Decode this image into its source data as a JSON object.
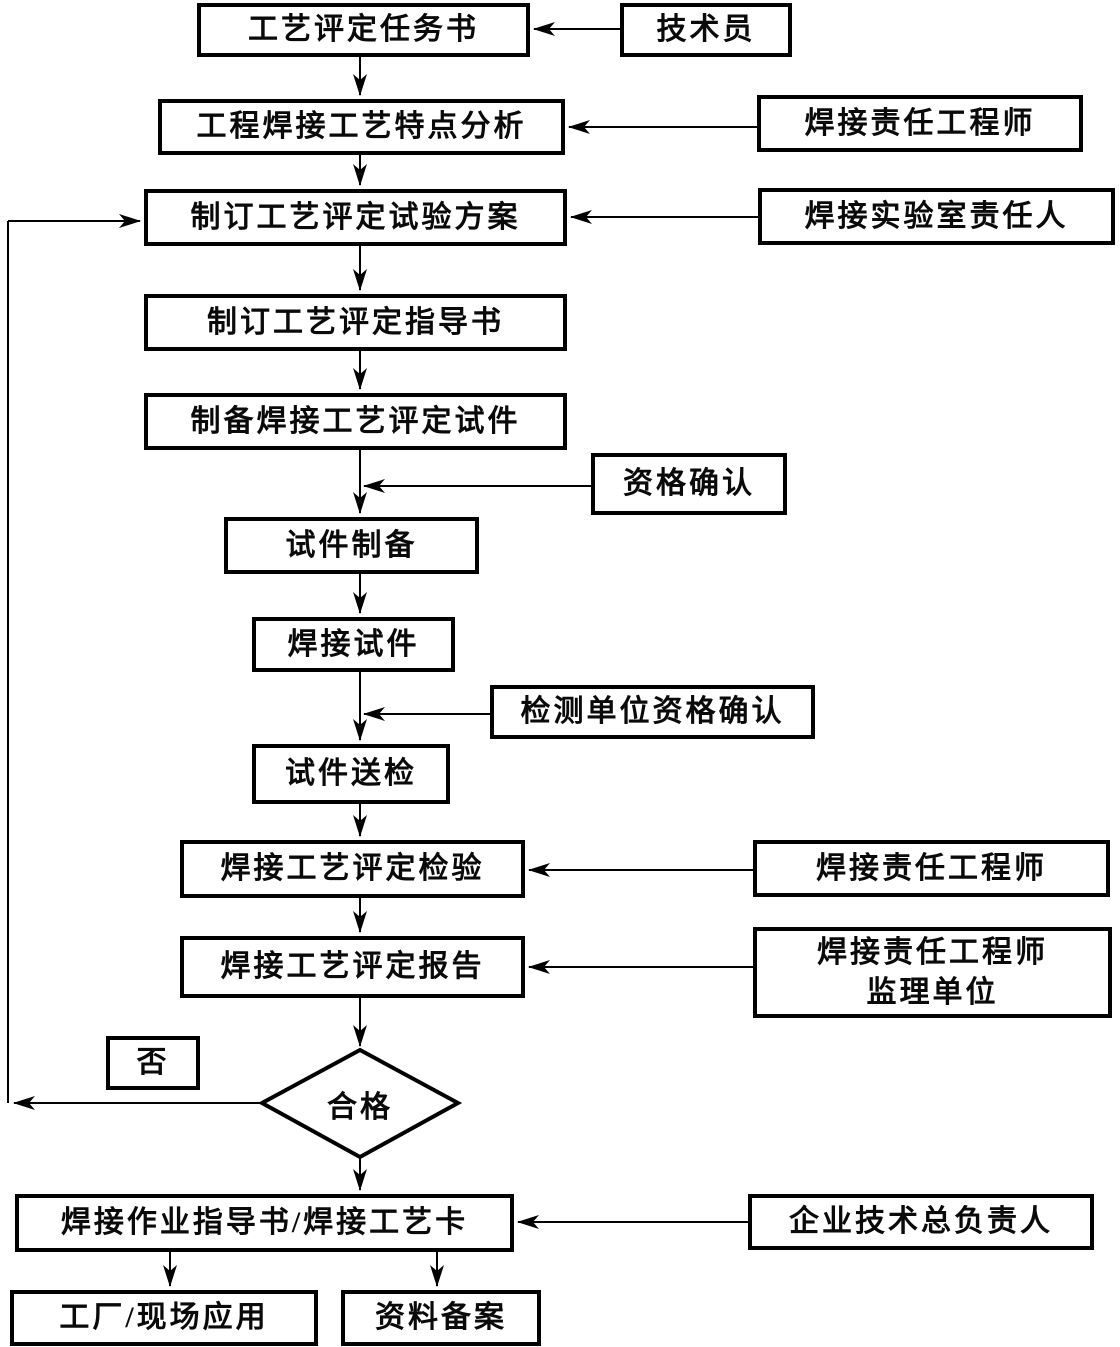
{
  "colors": {
    "ink": "#000000",
    "paper": "#ffffff"
  },
  "nodes": {
    "task_sheet": "工艺评定任务书",
    "technician": "技术员",
    "feature_analysis": "工程焊接工艺特点分析",
    "welding_engineer_top": "焊接责任工程师",
    "test_plan": "制订工艺评定试验方案",
    "welding_lab_head": "焊接实验室责任人",
    "instruction_book": "制订工艺评定指导书",
    "prepare_test_pieces": "制备焊接工艺评定试件",
    "qualification_confirmation": "资格确认",
    "test_piece_preparation": "试件制备",
    "weld_test_pieces": "焊接试件",
    "testing_unit_qualification": "检测单位资格确认",
    "send_test_pieces": "试件送检",
    "qualification_inspection": "焊接工艺评定检验",
    "welding_engineer_mid": "焊接责任工程师",
    "qualification_report": "焊接工艺评定报告",
    "report_reviewer_line1": "焊接责任工程师",
    "report_reviewer_line2": "监理单位",
    "no_label": "否",
    "decision": "合格",
    "work_instruction_card": "焊接作业指导书/焊接工艺卡",
    "chief_technical_officer": "企业技术总负责人",
    "factory_site_application": "工厂/现场应用",
    "data_archiving": "资料备案"
  }
}
